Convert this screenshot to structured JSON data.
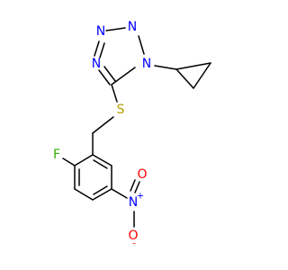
{
  "molecule": {
    "atoms": {
      "n1": "N",
      "n2": "N",
      "n3": "N",
      "n4": "N",
      "s": "S",
      "f": "F",
      "n_nitro": "N",
      "o_top": "O",
      "o_bottom": "O"
    },
    "charges": {
      "n_nitro": "+",
      "o_bottom": "-"
    },
    "colors": {
      "nitrogen": "#0000ff",
      "oxygen": "#ff0000",
      "sulfur": "#b2a000",
      "fluorine": "#33b000",
      "bond": "#000000"
    }
  }
}
